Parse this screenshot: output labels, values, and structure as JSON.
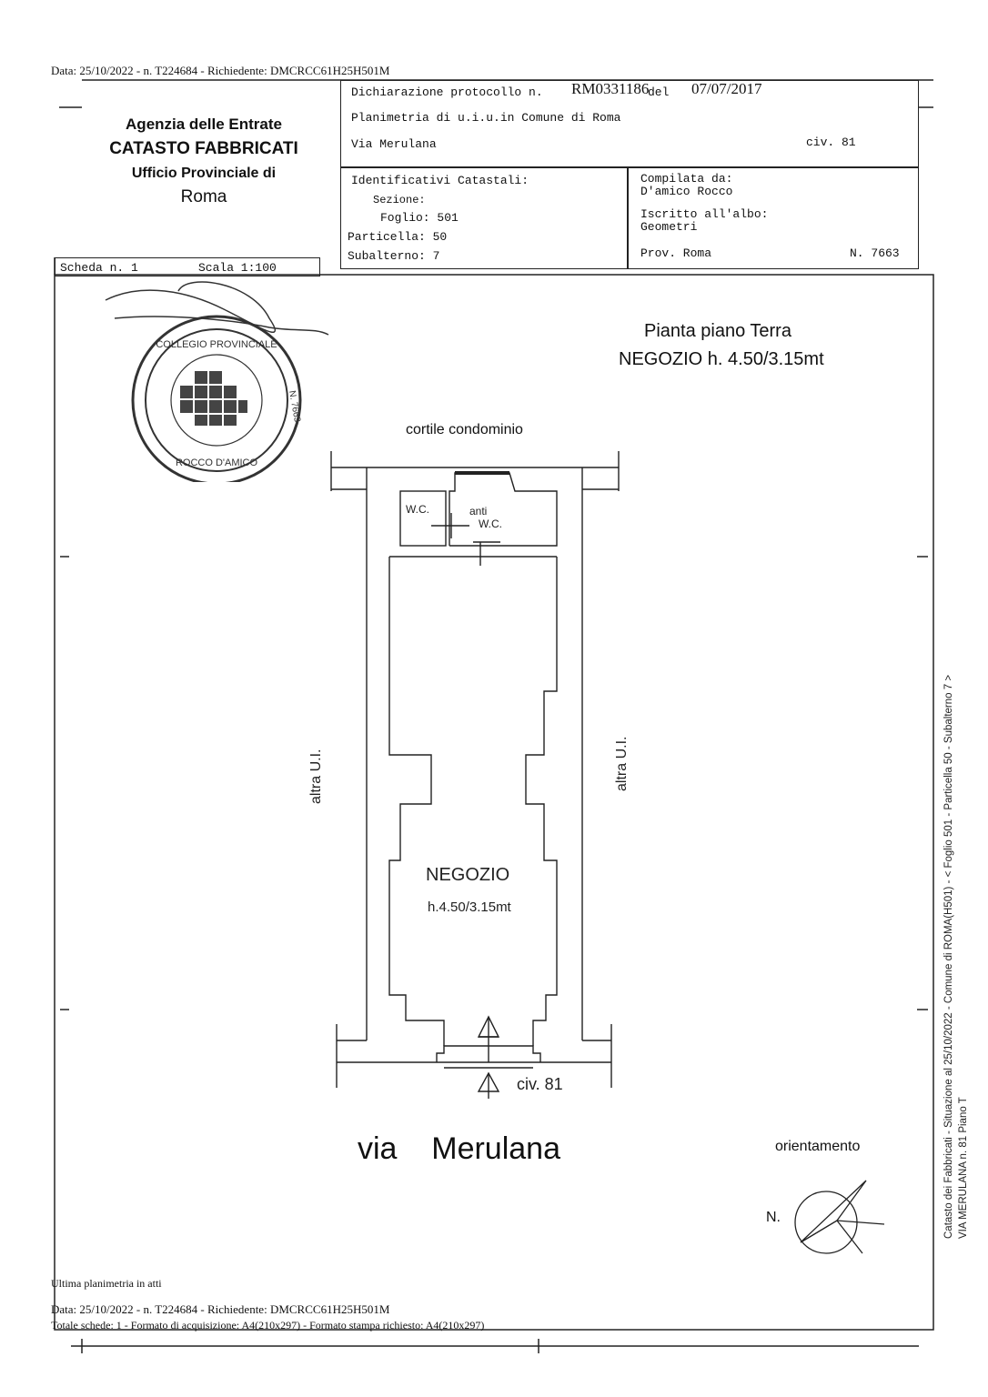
{
  "top_line": "Data: 25/10/2022 - n. T224684 - Richiedente: DMCRCC61H25H501M",
  "agency": {
    "line1": "Agenzia delle Entrate",
    "line2": "CATASTO FABBRICATI",
    "line3": "Ufficio Provinciale di",
    "line4": "Roma"
  },
  "declaration": {
    "protocol_label": "Dichiarazione protocollo n.",
    "protocol_number": "RM0331186",
    "del_label": "del",
    "date": "07/07/2017",
    "plan_line": "Planimetria di u.i.u.in Comune di Roma",
    "street": "Via Merulana",
    "civ": "civ. 81"
  },
  "identifiers": {
    "title": "Identificativi Catastali:",
    "sezione": "Sezione:",
    "foglio": "Foglio: 501",
    "particella": "Particella: 50",
    "subalterno": "Subalterno: 7"
  },
  "compiler": {
    "compilata_label": "Compilata da:",
    "name": "D'amico Rocco",
    "iscritto_label": "Iscritto all'albo:",
    "albo": "Geometri",
    "prov": "Prov. Roma",
    "number": "N. 7663"
  },
  "scheda": "Scheda n. 1",
  "scala": "Scala 1:100",
  "plan": {
    "title_line1": "Pianta piano Terra",
    "title_line2": "NEGOZIO h. 4.50/3.15mt",
    "courtyard": "cortile condominio",
    "wc": "W.C.",
    "anti": "anti",
    "anti_wc": "W.C.",
    "altra_left": "altra U.I.",
    "altra_right": "altra U.I.",
    "room_name": "NEGOZIO",
    "room_height": "h.4.50/3.15mt",
    "civ": "civ. 81",
    "street": "via    Merulana",
    "orientation": "orientamento",
    "north": "N."
  },
  "stamp": {
    "top": "COLLEGIO PROVINCIALE",
    "bottom": "ROCCO D'AMICO",
    "side": "N. 7663"
  },
  "side_text": {
    "line1": "Catasto dei Fabbricati - Situazione al 25/10/2022 - Comune di ROMA(H501) - < Foglio 501 - Particella 50 - Subalterno 7 >",
    "line2": "VIA MERULANA n. 81 Piano T"
  },
  "footer": {
    "ultima": "Ultima planimetria in atti",
    "data": "Data: 25/10/2022 - n. T224684 - Richiedente: DMCRCC61H25H501M",
    "totale": "Totale schede: 1 - Formato di acquisizione: A4(210x297)  - Formato stampa richiesto: A4(210x297)"
  }
}
